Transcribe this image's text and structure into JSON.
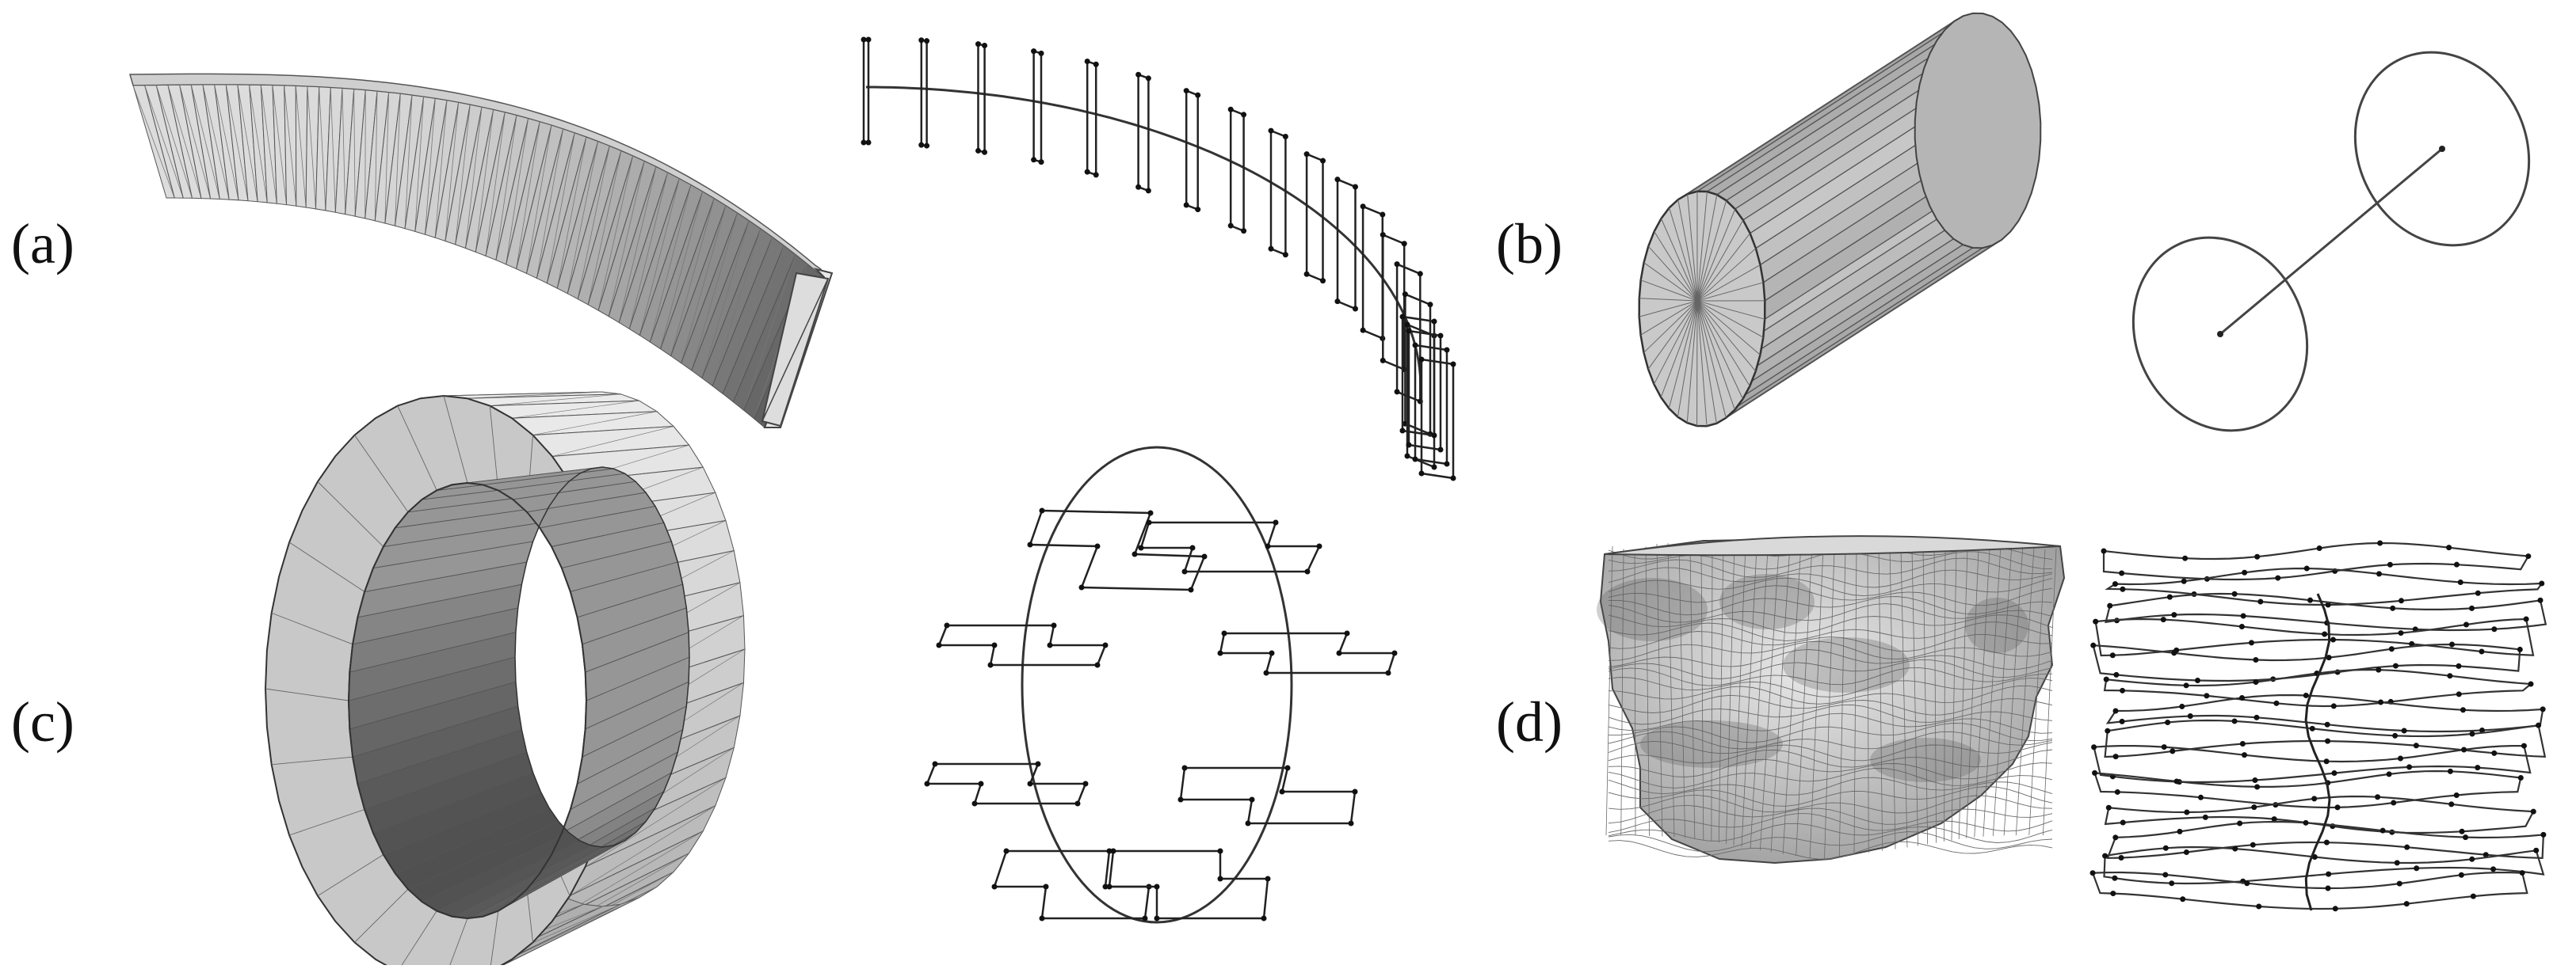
{
  "panels": [
    {
      "id": "a",
      "label": "(a)"
    },
    {
      "id": "b",
      "label": "(b)"
    },
    {
      "id": "c",
      "label": "(c)"
    },
    {
      "id": "d",
      "label": "(d)"
    }
  ],
  "colors": {
    "background": "#ffffff",
    "line": "#333333",
    "surface_light": "#e4e4e4",
    "surface_mid": "#bdbdbd",
    "surface_dark": "#6f6f6f",
    "mesh_edge": "#555555",
    "text": "#111111"
  }
}
